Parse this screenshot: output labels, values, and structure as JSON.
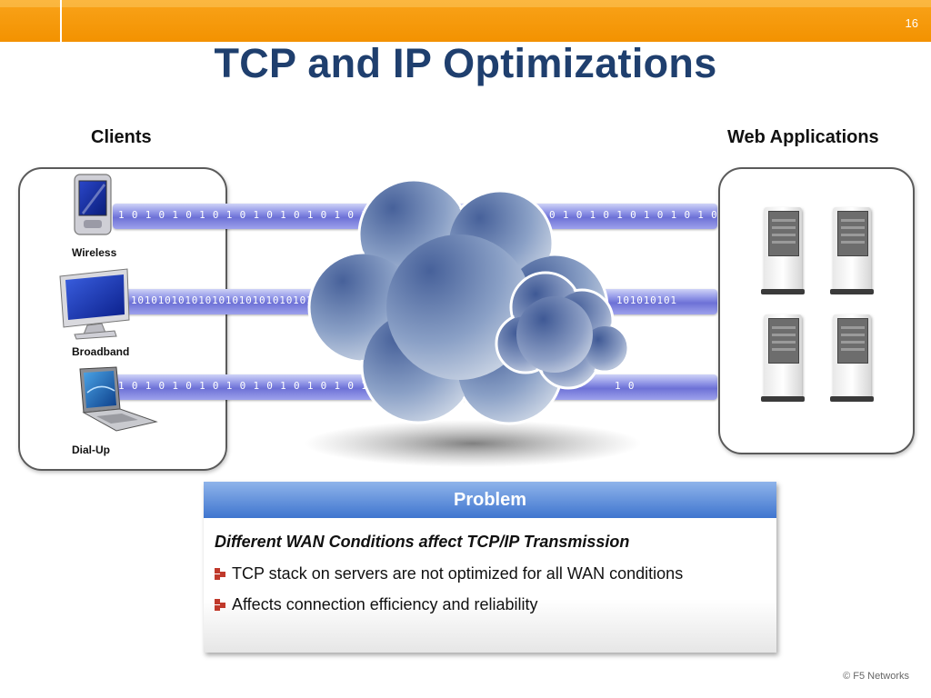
{
  "slide": {
    "number": "16",
    "title": "TCP and IP Optimizations",
    "footer": "© F5 Networks"
  },
  "clients": {
    "heading": "Clients",
    "items": [
      {
        "label": "Wireless",
        "icon": "pda-icon"
      },
      {
        "label": "Broadband",
        "icon": "desktop-monitor-icon"
      },
      {
        "label": "Dial-Up",
        "icon": "laptop-icon"
      }
    ]
  },
  "web_apps": {
    "heading": "Web Applications",
    "icon": "server-icon"
  },
  "pipes": {
    "top": [
      "1 0 1 0 1 0 1 0 1 0 1 0 1 0 1 0 1 0 1 0 1 0 1 0 1 0 1 0 1 0",
      "0 1 0 1 0 1 0 1 0 1 0 1 0"
    ],
    "middle": [
      "10101010101010101010101010101010101010101010101",
      "101010101"
    ],
    "bottom": [
      "1 0 1 0 1 0 1 0 1 0 1 0 1 0 1 0 1 0 1 0 1 0 1 0",
      "1 0"
    ]
  },
  "problem": {
    "heading": "Problem",
    "subtitle": "Different WAN Conditions affect TCP/IP  Transmission",
    "bullets": [
      "TCP stack on servers are not optimized for all WAN conditions",
      "Affects connection efficiency and reliability"
    ]
  },
  "colors": {
    "accent_orange": "#f39200",
    "title_blue": "#1f3f6e",
    "problem_blue": "#3f75cf",
    "bullet_red": "#c0392b"
  }
}
